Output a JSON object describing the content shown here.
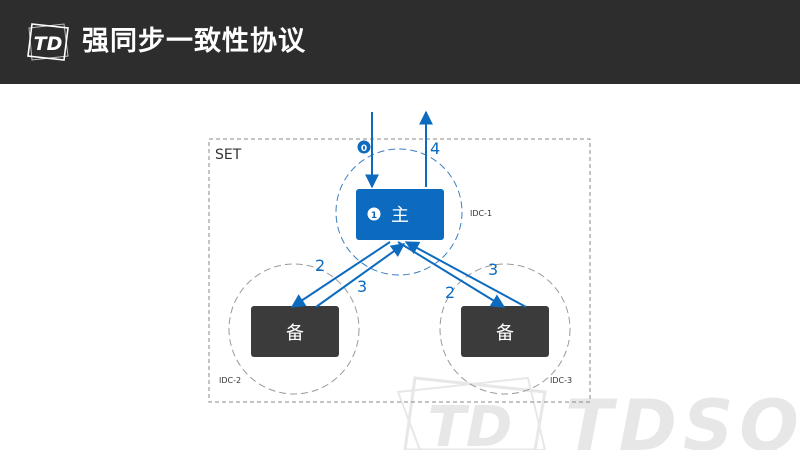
{
  "header": {
    "title": "强同步一致性协议",
    "logo_text": "TD"
  },
  "diagram": {
    "set_label": "SET",
    "primary": {
      "label": "主",
      "badge": "1",
      "idc": "IDC-1"
    },
    "replicas": [
      {
        "label": "备",
        "idc": "IDC-2"
      },
      {
        "label": "备",
        "idc": "IDC-3"
      }
    ],
    "steps": {
      "request": "0",
      "response": "4",
      "sync_left": "2",
      "ack_left": "3",
      "sync_right": "2",
      "ack_right": "3"
    }
  },
  "watermark": {
    "text": "TDSQL",
    "logo_text": "TD"
  },
  "colors": {
    "header_bg": "#2d2d2d",
    "primary_blue": "#0c6bbf",
    "replica_box": "#3b3b3b",
    "circle_blue": "#3c7fc0",
    "circle_gray": "#9a9a9a"
  }
}
